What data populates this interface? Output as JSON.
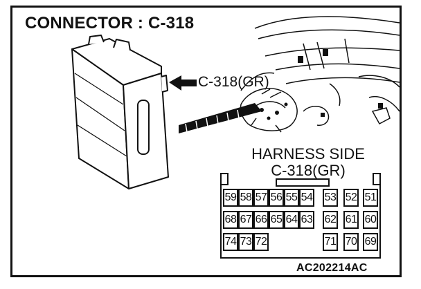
{
  "title": "CONNECTOR : C-318",
  "callout_label": "C-318(GR)",
  "harness": {
    "line1": "HARNESS SIDE",
    "line2": "C-318(GR)",
    "rows": [
      [
        "59",
        "58",
        "57",
        "56",
        "55",
        "54",
        "53",
        "52",
        "51"
      ],
      [
        "68",
        "67",
        "66",
        "65",
        "64",
        "63",
        "62",
        "61",
        "60"
      ],
      [
        "74",
        "73",
        "72",
        "",
        "",
        "",
        "71",
        "70",
        "69"
      ]
    ]
  },
  "figure_code": "AC202214AC"
}
